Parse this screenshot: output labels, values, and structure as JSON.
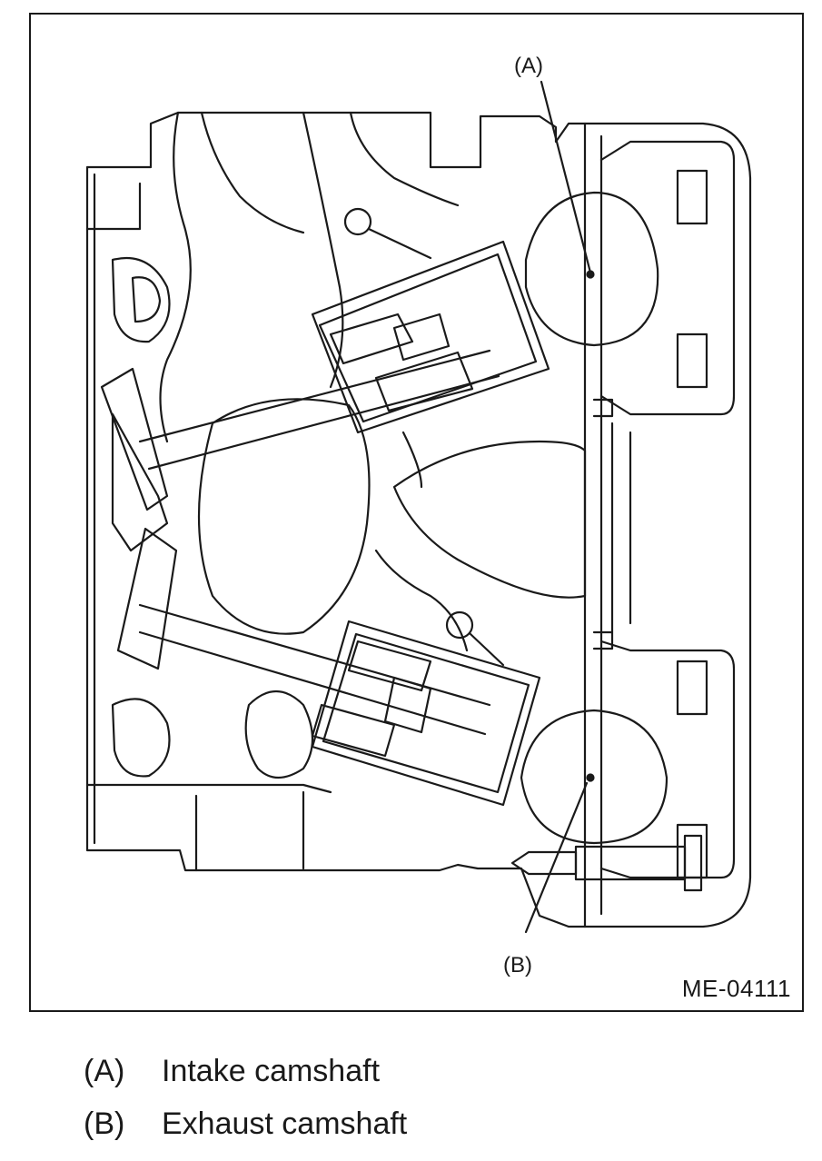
{
  "figure": {
    "callouts": {
      "a": "(A)",
      "b": "(B)"
    },
    "ref_code": "ME-04111"
  },
  "legend": [
    {
      "key": "(A)",
      "label": "Intake camshaft"
    },
    {
      "key": "(B)",
      "label": "Exhaust camshaft"
    }
  ]
}
